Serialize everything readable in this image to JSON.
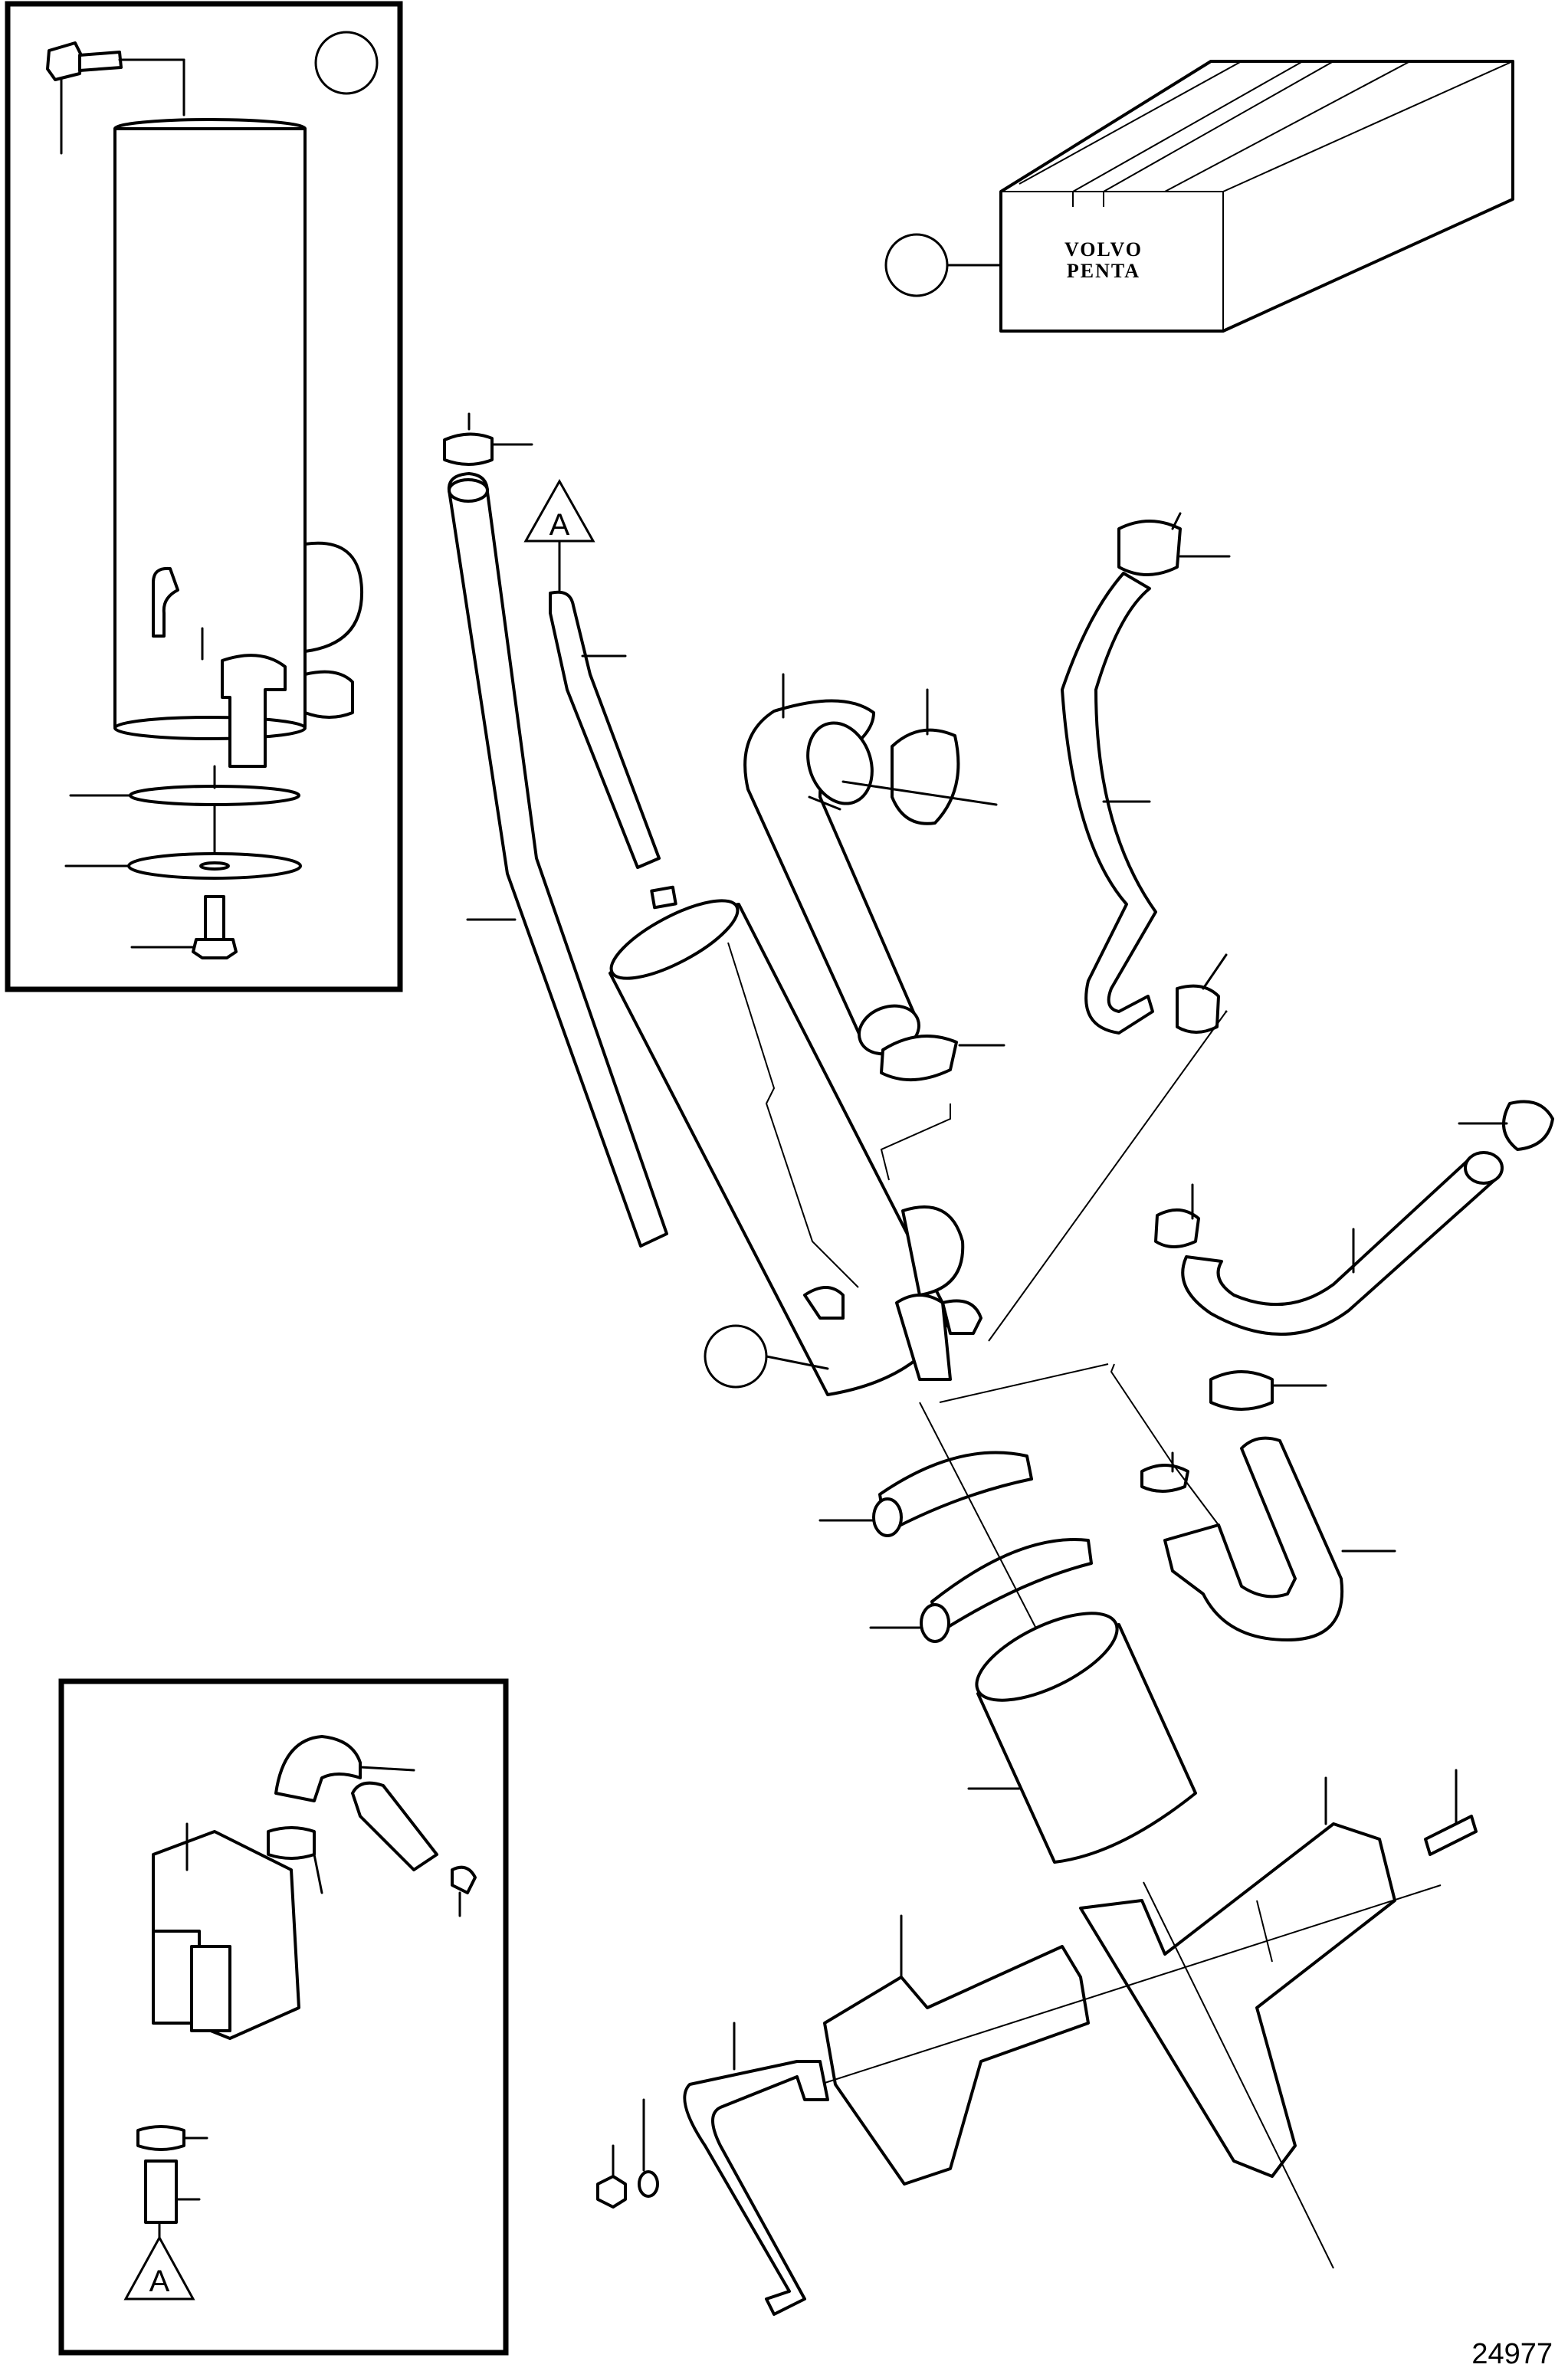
{
  "diagram": {
    "reference_number": "24977",
    "connector_label": "A",
    "brand_line_1": "VOLVO",
    "brand_line_2": "PENTA"
  }
}
